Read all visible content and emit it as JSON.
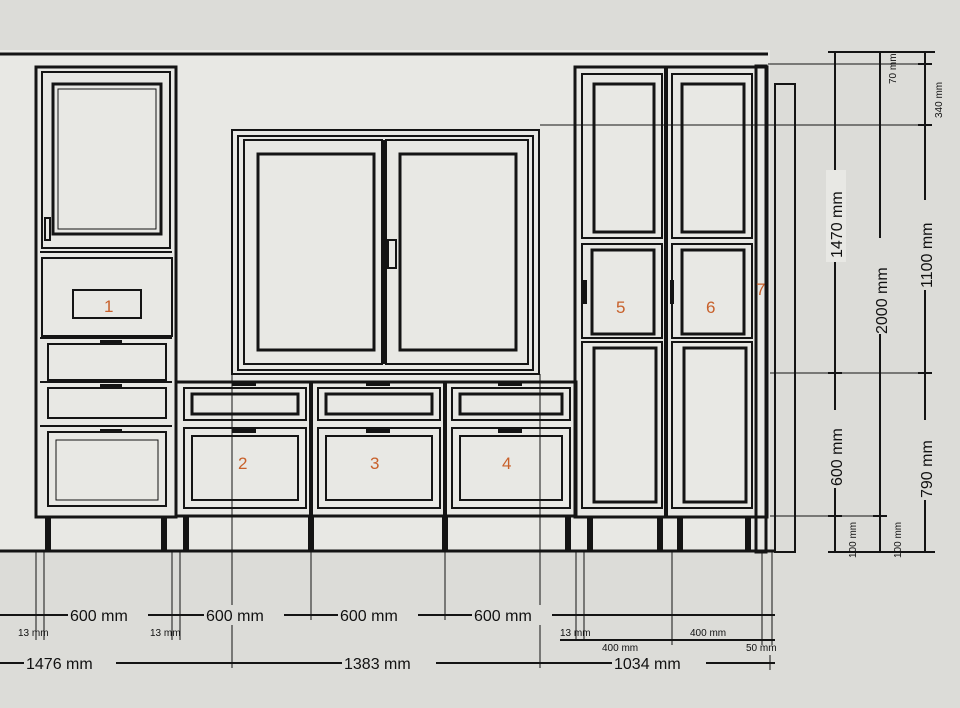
{
  "colors": {
    "paper": "#dcdcd8",
    "ink": "#141414",
    "label": "#c8602a"
  },
  "units": {
    "labels": [
      "1",
      "2",
      "3",
      "4",
      "5",
      "6",
      "7"
    ]
  },
  "horizontal_dims": {
    "row1": {
      "gap_left": "13 mm",
      "w1": "600 mm",
      "gap_mid": "13 mm",
      "w2": "600 mm",
      "w3": "600 mm",
      "w4": "600 mm",
      "gap_right": "13 mm"
    },
    "row2": {
      "w5": "400 mm",
      "w6": "400 mm",
      "w7": "50 mm"
    },
    "row3": {
      "left": "1476 mm",
      "middle": "1383 mm",
      "right": "1034 mm"
    }
  },
  "vertical_dims": {
    "col1": {
      "upper": "1470 mm",
      "lower": "600 mm",
      "base": "100 mm"
    },
    "col2": {
      "total": "2000 mm",
      "base": "100 mm"
    },
    "col3": {
      "top": "70 mm",
      "top_block": "340 mm",
      "upper": "1100 mm",
      "lower": "790 mm"
    }
  }
}
